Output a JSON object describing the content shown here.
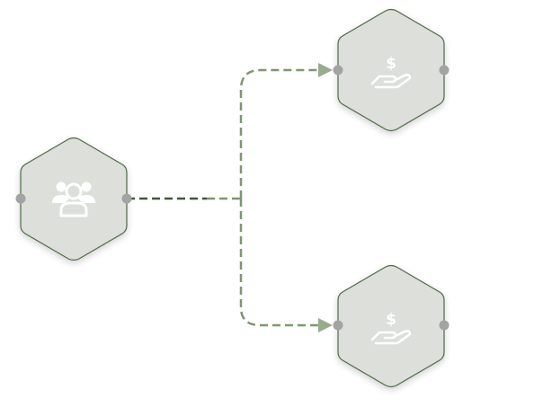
{
  "diagram": {
    "nodes": [
      {
        "id": "source",
        "icon": "people-group-icon"
      },
      {
        "id": "target-top",
        "icon": "hand-holding-dollar-icon"
      },
      {
        "id": "target-bottom",
        "icon": "hand-holding-dollar-icon"
      }
    ],
    "edges": [
      {
        "from": "source",
        "to": "target-top",
        "style": "dashed"
      },
      {
        "from": "source",
        "to": "target-bottom",
        "style": "dashed"
      },
      {
        "from": "target-top",
        "to": "off-canvas",
        "style": "dashed-faded"
      },
      {
        "from": "target-bottom",
        "to": "off-canvas",
        "style": "dashed-faded"
      }
    ]
  },
  "colors": {
    "background": "#ffffff",
    "node_fill": "#dcdfda",
    "node_stroke": "#4f6a47",
    "edge": "#7f9673",
    "edge_dark": "#43563c",
    "arrowhead": "#98ac8d",
    "port": "#a3a3a3",
    "faded_edge": "#e6e6e6",
    "icon": "#ffffff"
  }
}
